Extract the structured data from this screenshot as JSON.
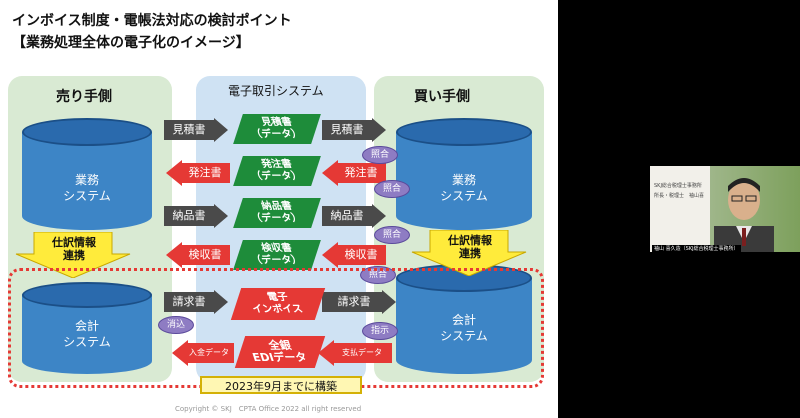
{
  "slide": {
    "title_line1": "インボイス制度・電帳法対応の検討ポイント",
    "title_line2": "【業務処理全体の電子化のイメージ】",
    "seller_title": "売り手側",
    "system_title": "電子取引システム",
    "buyer_title": "買い手側",
    "business_system": [
      "業務",
      "システム"
    ],
    "accounting_system": [
      "会計",
      "システム"
    ],
    "journal_info": [
      "仕訳情報",
      "連携"
    ],
    "arrows": {
      "estimate": "見積書",
      "order": "発注書",
      "delivery": "納品書",
      "acceptance": "検収書",
      "invoice": "請求書",
      "payment_in": "入金データ",
      "payment_out": "支払データ"
    },
    "docs": {
      "estimate": [
        "見積書",
        "（データ）"
      ],
      "order": [
        "発注書",
        "（データ）"
      ],
      "delivery": [
        "納品書",
        "（データ）"
      ],
      "acceptance": [
        "検収書",
        "（データ）"
      ],
      "invoice": [
        "電子",
        "インボイス"
      ],
      "edi": [
        "全銀",
        "EDIデータ"
      ]
    },
    "ovals": {
      "match": "照合",
      "reconcile": "消込",
      "instruct": "指示"
    },
    "deadline": "2023年9月までに構築",
    "copyright": "Copyright © SKJ　CPTA Office 2022 all right reserved"
  },
  "webcam": {
    "caption_top": "SKJ総合税理士事務所",
    "caption_sub": "所長・税理士　袖山喜",
    "name_tag": "袖山 喜久造（SKJ総合税理士事務所）"
  },
  "colors": {
    "cylinder": "#3d85c6",
    "arrow_gray": "#4a4a4a",
    "arrow_red": "#e53935",
    "doc_green": "#1e8c3a",
    "doc_red": "#e53935",
    "oval": "#8e7cc3",
    "yellow": "#ffeb3b"
  }
}
